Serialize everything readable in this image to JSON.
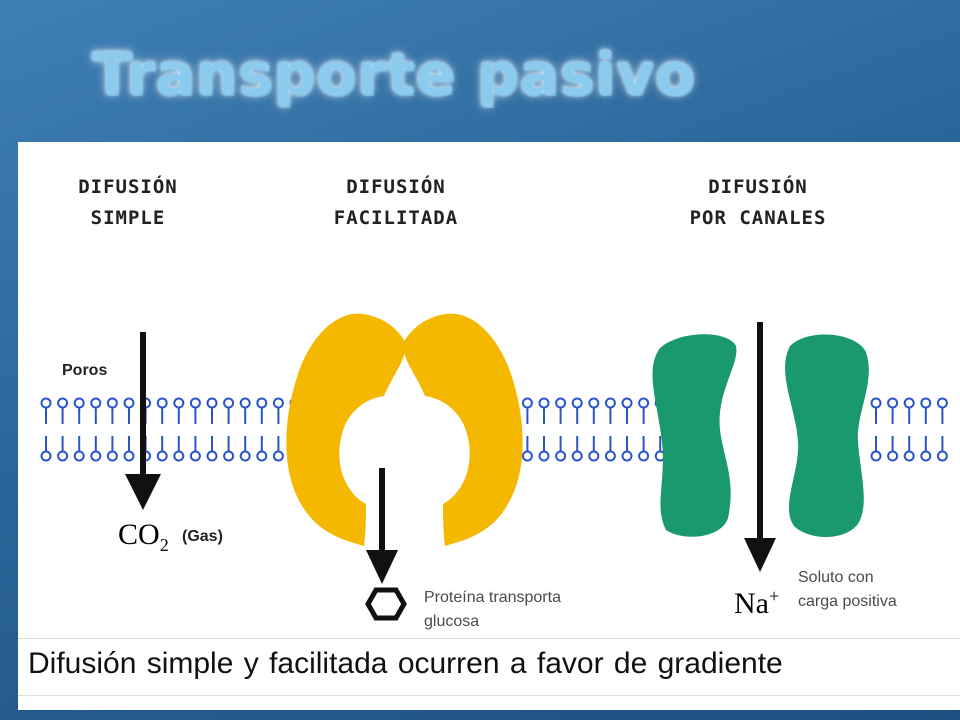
{
  "slide": {
    "title": "Transporte pasivo"
  },
  "headings": {
    "simple": [
      "DIFUSIÓN",
      "SIMPLE"
    ],
    "facilitated": [
      "DIFUSIÓN",
      "FACILITADA"
    ],
    "channels": [
      "DIFUSIÓN",
      "POR CANALES"
    ]
  },
  "labels": {
    "pores": "Poros",
    "gas": "(Gas)",
    "co2_main": "CO",
    "co2_sub": "2",
    "glucose_protein_line1": "Proteína transporta",
    "glucose_protein_line2": "glucosa",
    "solute_line1": "Soluto con",
    "solute_line2": "carga positiva",
    "na_main": "Na",
    "na_sup": "+"
  },
  "caption": "Difusión simple y facilitada ocurren a favor de gradiente",
  "colors": {
    "title": "#8bcbef",
    "carrier_protein": "#f5b800",
    "channel_protein": "#1a9a6c",
    "lipid_heads": "#2a55c8",
    "arrows": "#111111"
  }
}
